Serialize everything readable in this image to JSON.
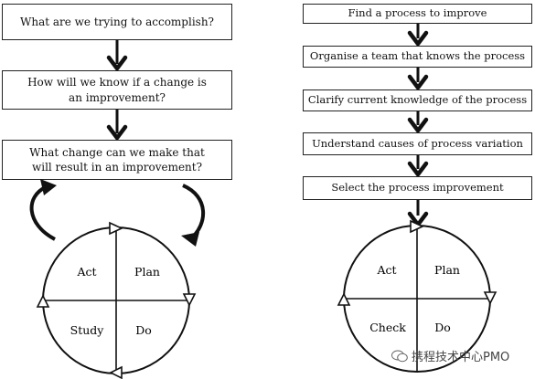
{
  "left": {
    "questions": [
      "What are we trying to accomplish?",
      "How will we know if a change is an improvement?",
      "What change can we make that will result in an improvement?"
    ],
    "cycle": {
      "top_left": "Act",
      "top_right": "Plan",
      "bottom_right": "Do",
      "bottom_left": "Study"
    }
  },
  "right": {
    "steps": [
      "Find a process to improve",
      "Organise a team that knows the process",
      "Clarify current knowledge of the process",
      "Understand causes of process variation",
      "Select the process improvement"
    ],
    "cycle": {
      "top_left": "Act",
      "top_right": "Plan",
      "bottom_right": "Do",
      "bottom_left": "Check"
    }
  },
  "watermark": {
    "text": "携程技术中心PMO"
  }
}
